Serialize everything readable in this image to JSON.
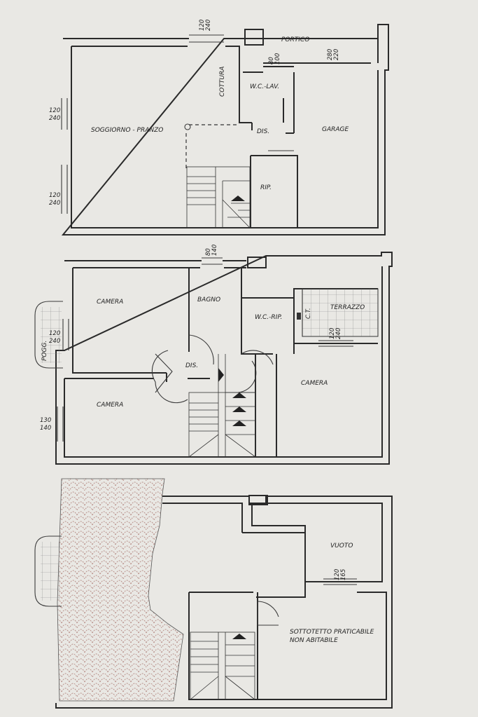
{
  "ground_floor": {
    "rooms": {
      "soggiorno": "SOGGIORNO - PRANZO",
      "cottura": "COTTURA",
      "wc_lav": "W.C.-LAV.",
      "dis": "DIS.",
      "garage": "GARAGE",
      "portico": "PORTICO",
      "rip": "RIP."
    },
    "dims": {
      "top_window": [
        "120",
        "240"
      ],
      "wc_window": [
        "80",
        "100"
      ],
      "garage_door": [
        "280",
        "220"
      ],
      "left_window_1": [
        "120",
        "240"
      ],
      "left_window_2": [
        "120",
        "240"
      ]
    }
  },
  "first_floor": {
    "rooms": {
      "camera_top": "CAMERA",
      "bagno": "BAGNO",
      "wc_rip": "W.C.-RIP.",
      "terrazzo": "TERRAZZO",
      "ct": "C.T.",
      "dis": "DIS.",
      "camera_right": "CAMERA",
      "camera_bottom": "CAMERA",
      "pogg": "POGG."
    },
    "dims": {
      "bagno_window": [
        "80",
        "140"
      ],
      "left_window": [
        "120",
        "240"
      ],
      "terrazzo_door": [
        "120",
        "240"
      ],
      "bottom_window": [
        "130",
        "140"
      ]
    }
  },
  "attic": {
    "rooms": {
      "vuoto": "VUOTO",
      "sottotetto_1": "SOTTOTETTO PRATICABILE",
      "sottotetto_2": "NON ABITABILE"
    },
    "dims": {
      "window": [
        "120",
        "165"
      ]
    }
  }
}
